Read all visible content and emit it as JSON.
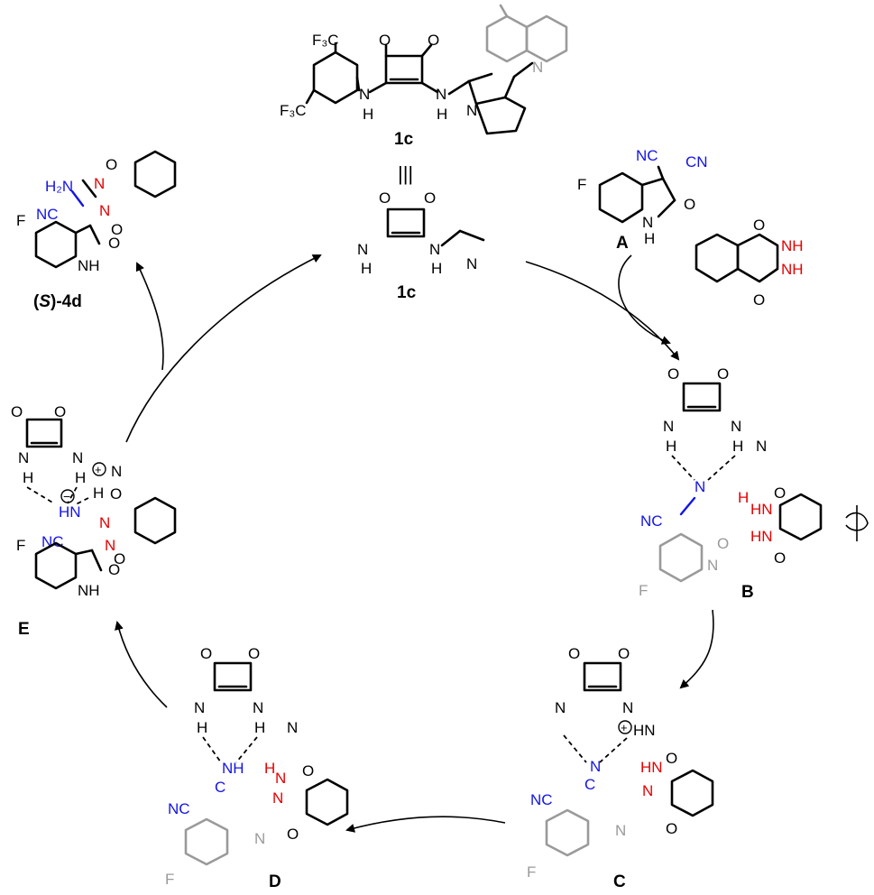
{
  "catalyst": {
    "label": "1c",
    "label_small": "1c",
    "equiv": "|||",
    "cf3": "F₃C",
    "cf3b": "F₃C",
    "o": "O",
    "n": "N",
    "h": "H",
    "nh": "N",
    "methoxy": "O"
  },
  "reagent_a": {
    "label": "A",
    "cn1": "NC",
    "cn2": "CN",
    "f": "F",
    "o": "O",
    "nh": "N",
    "h": "H"
  },
  "phthalhydrazide": {
    "o": "O",
    "nh": "NH"
  },
  "product": {
    "label_prefix": "(",
    "label_s": "S",
    "label_suffix": ")-4d",
    "h2n": "H₂N",
    "nc": "NC",
    "o": "O",
    "n": "N",
    "f": "F",
    "nh": "NH"
  },
  "intermediates": {
    "B": {
      "label": "B",
      "nc": "NC",
      "n": "N",
      "h": "H",
      "f": "F",
      "o": "O",
      "hn": "HN"
    },
    "C": {
      "label": "C",
      "nc": "NC",
      "c": "C",
      "n": "N",
      "hn": "HN",
      "f": "F",
      "o": "O",
      "plus": "+"
    },
    "D": {
      "label": "D",
      "nc": "NC",
      "nh": "NH",
      "n": "N",
      "h": "H",
      "f": "F",
      "o": "O",
      "c": "C"
    },
    "E": {
      "label": "E",
      "nc": "NC",
      "hn": "HN",
      "n": "N",
      "h": "H",
      "f": "F",
      "o": "O",
      "nh": "NH",
      "plus": "+",
      "minus": "−"
    }
  },
  "colors": {
    "blue": "#1414e6",
    "red": "#e60000",
    "grey": "#9a9a9a",
    "black": "#000000"
  }
}
